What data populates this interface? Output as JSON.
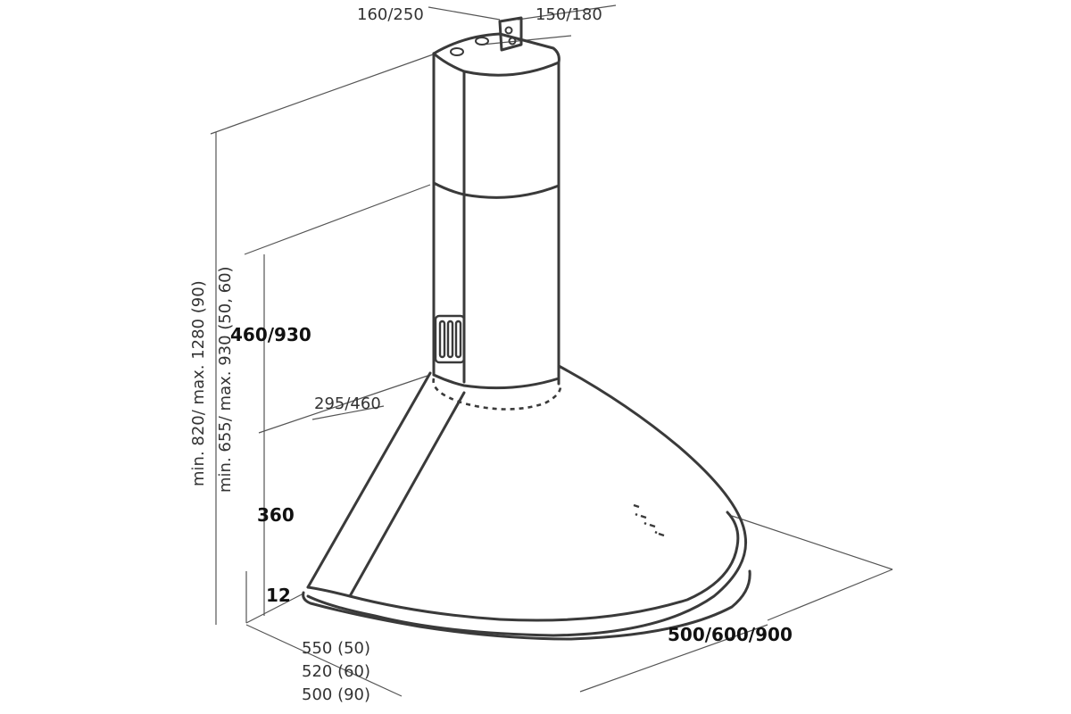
{
  "dimensions": {
    "top_left": "160/250",
    "top_right": "150/180",
    "chimney_height": "460/930",
    "chimney_depth": "295/460",
    "vertical_long_1": "min. 820/ max. 1280 (90)",
    "vertical_long_2": "min. 655/ max. 930 (50, 60)",
    "hood_height": "360",
    "rim_height": "12",
    "width": "500/600/900",
    "depth_1": "550 (50)",
    "depth_2": "520 (60)",
    "depth_3": "500 (90)"
  }
}
